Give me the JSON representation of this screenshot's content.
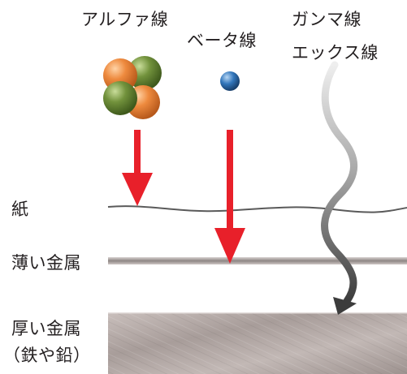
{
  "radiation": {
    "alpha": "アルファ線",
    "beta": "ベータ線",
    "gamma": "ガンマ線",
    "xray": "エックス線"
  },
  "materials": {
    "paper": "紙",
    "thin_metal": "薄い金属",
    "thick_metal": "厚い金属",
    "thick_metal_examples": "（鉄や鉛）"
  },
  "colors": {
    "arrow": "#e8202a",
    "proton": "#ec8a3c",
    "neutron": "#6f8f3a",
    "electron": "#2f6fb4",
    "wave": "#6a6a6a",
    "metal": "#b8adaa"
  }
}
